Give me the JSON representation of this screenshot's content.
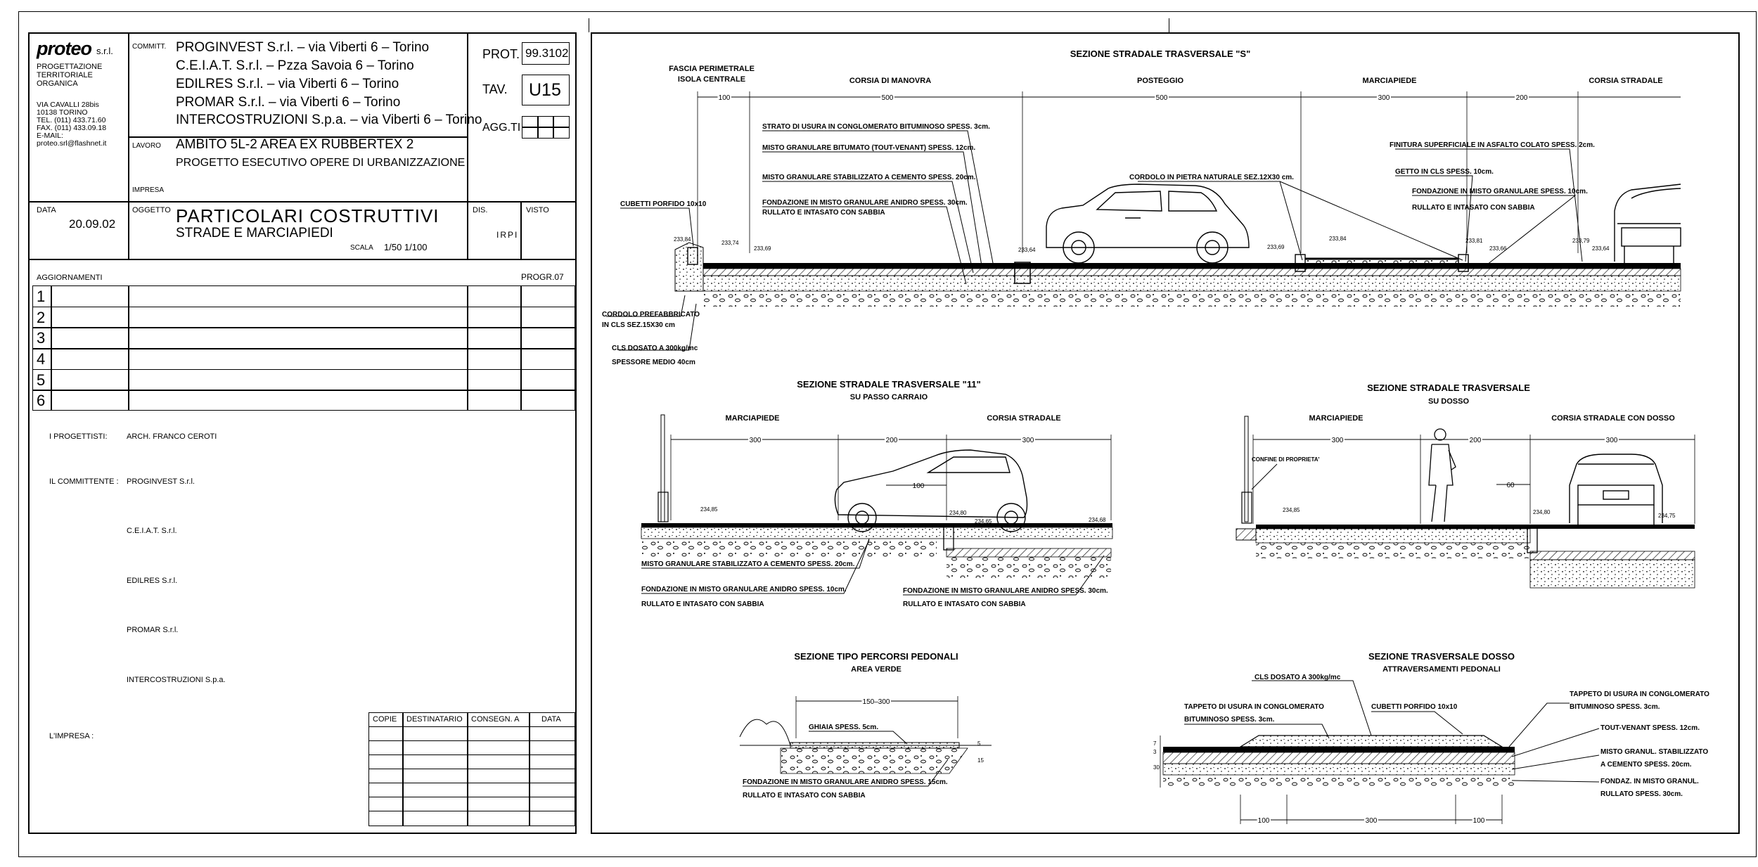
{
  "titleblock": {
    "logo": "proteo",
    "logo_suffix": "s.r.l.",
    "firm_lines": [
      "PROGETTAZIONE",
      "TERRITORIALE",
      "ORGANICA"
    ],
    "address_lines": [
      "VIA CAVALLI 28bis",
      "10138 TORINO",
      "TEL. (011) 433.71.60",
      "FAX. (011) 433.09.18",
      "E-MAIL:",
      "proteo.srl@flashnet.it"
    ],
    "committ_label": "COMMITT.",
    "committenti": [
      "PROGINVEST S.r.l. – via Viberti 6 – Torino",
      "C.E.I.A.T. S.r.l. – Pzza Savoia 6 – Torino",
      "EDILRES S.r.l. – via Viberti 6 – Torino",
      "PROMAR S.r.l. – via Viberti 6 – Torino",
      "INTERCOSTRUZIONI S.p.a. – via Viberti 6 – Torino"
    ],
    "prot_label": "PROT.",
    "prot_value": "99.3102",
    "tav_label": "TAV.",
    "tav_value": "U15",
    "aggti_label": "AGG.TI",
    "lavoro_label": "LAVORO",
    "lavoro_lines": [
      "AMBITO 5L-2 AREA EX RUBBERTEX 2",
      "PROGETTO ESECUTIVO OPERE DI URBANIZZAZIONE"
    ],
    "impresa_label": "IMPRESA",
    "data_label": "DATA",
    "data_value": "20.09.02",
    "oggetto_label": "OGGETTO",
    "oggetto_lines": [
      "PARTICOLARI COSTRUTTIVI",
      "STRADE E MARCIAPIEDI"
    ],
    "scala_label": "SCALA",
    "scala_value": "1/50 1/100",
    "dis_label": "DIS.",
    "dis_value": "IRPI",
    "visto_label": "VISTO",
    "aggiornamenti_label": "AGGIORNAMENTI",
    "progr_label": "PROGR.07",
    "rows": [
      "1",
      "2",
      "3",
      "4",
      "5",
      "6"
    ],
    "progettisti_label": "I PROGETTISTI:",
    "progettisti_value": "ARCH. FRANCO CEROTI",
    "committente_label": "IL COMMITTENTE :",
    "committente_list": [
      "PROGINVEST S.r.l.",
      "C.E.I.A.T. S.r.l.",
      "EDILRES S.r.l.",
      "PROMAR S.r.l.",
      "INTERCOSTRUZIONI S.p.a."
    ],
    "impresa_bottom_label": "L'IMPRESA :",
    "copie_headers": [
      "COPIE",
      "DESTINATARIO",
      "CONSEGN. A",
      "DATA"
    ]
  },
  "section_s": {
    "title": "SEZIONE STRADALE TRASVERSALE \"S\"",
    "zones": [
      "FASCIA PERIMETRALE",
      "ISOLA CENTRALE",
      "CORSIA DI MANOVRA",
      "POSTEGGIO",
      "MARCIAPIEDE",
      "CORSIA STRADALE"
    ],
    "dims": [
      "100",
      "500",
      "500",
      "300",
      "200"
    ],
    "notes": [
      "STRATO DI USURA IN CONGLOMERATO BITUMINOSO SPESS. 3cm.",
      "MISTO GRANULARE BITUMATO (TOUT-VENANT) SPESS. 12cm.",
      "MISTO GRANULARE STABILIZZATO A CEMENTO SPESS. 20cm.",
      "FONDAZIONE IN MISTO GRANULARE ANIDRO SPESS. 30cm.",
      "RULLATO E INTASATO CON SABBIA",
      "CORDOLO IN PIETRA NATURALE SEZ.12X30 cm.",
      "FINITURA SUPERFICIALE IN ASFALTO COLATO SPESS. 2cm.",
      "GETTO IN CLS SPESS. 10cm.",
      "FONDAZIONE IN MISTO GRANULARE  SPESS. 10cm.",
      "RULLATO E INTASATO CON SABBIA",
      "CUBETTI PORFIDO 10x10",
      "CORDOLO PREFABBRICATO",
      "IN CLS SEZ.15X30 cm",
      "CLS DOSATO A 300kg/mc",
      "SPESSORE MEDIO 40cm"
    ],
    "levels": [
      "233,84",
      "233,74",
      "233,69",
      "233,64",
      "233,69",
      "233,84",
      "233,81",
      "233,66",
      "233,79",
      "233,64"
    ]
  },
  "section_11": {
    "title": "SEZIONE STRADALE TRASVERSALE \"11\"",
    "subtitle": "SU PASSO CARRAIO",
    "zones": [
      "MARCIAPIEDE",
      "CORSIA STRADALE"
    ],
    "dims": [
      "300",
      "200",
      "300",
      "100"
    ],
    "levels": [
      "234,85",
      "234,80",
      "234,65",
      "234,68"
    ],
    "notes": [
      "MISTO GRANULARE STABILIZZATO A CEMENTO SPESS. 20cm.",
      "FONDAZIONE IN MISTO GRANULARE ANIDRO SPESS. 10cm.",
      "RULLATO E INTASATO CON SABBIA",
      "FONDAZIONE IN MISTO GRANULARE ANIDRO SPESS. 30cm.",
      "RULLATO E INTASATO CON SABBIA"
    ]
  },
  "section_dosso": {
    "title": "SEZIONE STRADALE TRASVERSALE",
    "subtitle": "SU DOSSO",
    "zones": [
      "MARCIAPIEDE",
      "CORSIA STRADALE CON DOSSO"
    ],
    "dims": [
      "300",
      "200",
      "300",
      "60"
    ],
    "levels": [
      "234,85",
      "234,80",
      "234,75"
    ],
    "notes": [
      "CONFINE DI PROPRIETA'"
    ]
  },
  "section_pedonali": {
    "title": "SEZIONE TIPO PERCORSI PEDONALI",
    "subtitle": "AREA VERDE",
    "dims": [
      "150–300",
      "5",
      "15"
    ],
    "notes": [
      "GHIAIA SPESS. 5cm.",
      "FONDAZIONE IN MISTO GRANULARE ANIDRO SPESS. 15cm.",
      "RULLATO E INTASATO CON SABBIA"
    ]
  },
  "section_trasv_dosso": {
    "title": "SEZIONE TRASVERSALE DOSSO",
    "subtitle": "ATTRAVERSAMENTI PEDONALI",
    "dims": [
      "100",
      "300",
      "100",
      "7",
      "3",
      "30"
    ],
    "notes": [
      "CLS DOSATO A 300kg/mc",
      "TAPPETO DI USURA IN CONGLOMERATO",
      "BITUMINOSO SPESS. 3cm.",
      "CUBETTI PORFIDO 10x10",
      "TAPPETO DI USURA IN CONGLOMERATO",
      "BITUMINOSO SPESS. 3cm.",
      "TOUT-VENANT SPESS. 12cm.",
      "MISTO GRANUL. STABILIZZATO",
      "A CEMENTO SPESS. 20cm.",
      "FONDAZ. IN MISTO GRANUL.",
      "RULLATO SPESS. 30cm."
    ]
  }
}
